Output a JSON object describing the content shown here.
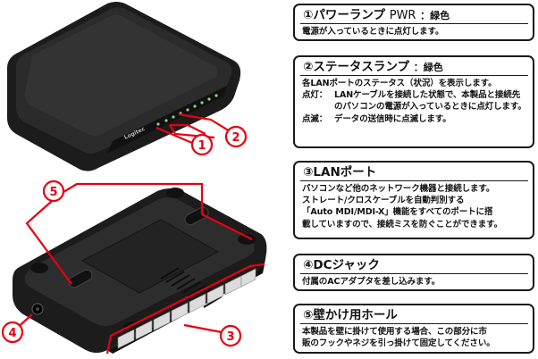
{
  "callouts": [
    "1",
    "2",
    "3",
    "4",
    "5"
  ],
  "device_logo": "Logitec",
  "panels": [
    {
      "title": "①パワーランプ",
      "title_suffix": "PWR",
      "title_kind": "：緑色",
      "lines": [
        "電源が入っているときに点灯します。"
      ]
    },
    {
      "title": "②ステータスランプ",
      "title_kind": "：緑色",
      "lines": [
        "各LANポートのステータス（状況）を表示します。"
      ],
      "items": [
        {
          "label": "点灯：",
          "text": "LANケーブルを接続した状態で、本製品と接続先のパソコンの電源が入っているときに点灯します。"
        },
        {
          "label": "点滅：",
          "text": "データの送信時に点滅します。"
        }
      ]
    },
    {
      "title": "③LANポート",
      "lines": [
        "パソコンなど他のネットワーク機器と接続します。",
        "ストレート/クロスケーブルを自動判別する",
        "「Auto MDI/MDI-X」機能をすべてのポートに搭",
        "載していますので、接続ミスを防ぐことができます。"
      ]
    },
    {
      "title": "④DCジャック",
      "lines": [
        "付属のACアダプタを差し込みます。"
      ]
    },
    {
      "title": "⑤壁かけ用ホール",
      "lines": [
        "本製品を壁に掛けて使用する場合、この部分に市",
        "販のフックやネジを引っ掛けて固定してください。"
      ]
    }
  ],
  "colors": {
    "accent_red": "#e60012",
    "badge_fill": "#ffffff",
    "device_body": "#1c1c1c"
  }
}
